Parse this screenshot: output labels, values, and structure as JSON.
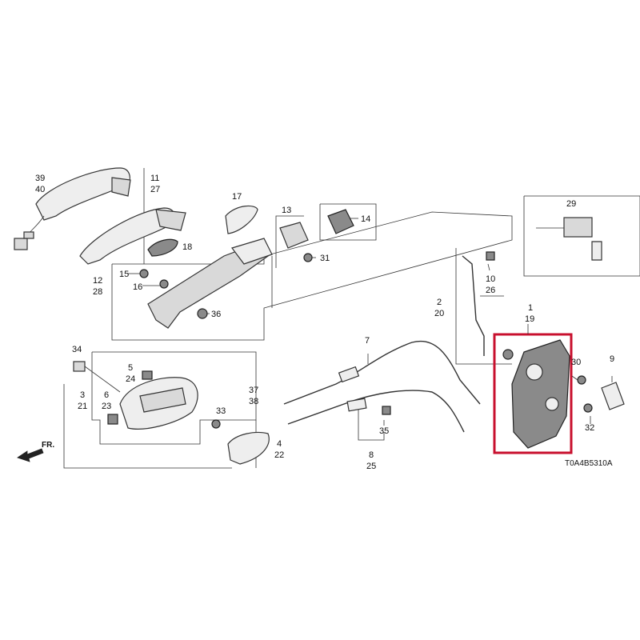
{
  "callouts": {
    "c39": "39",
    "c40": "40",
    "c11": "11",
    "c27": "27",
    "c17": "17",
    "c13": "13",
    "c14": "14",
    "c29": "29",
    "c18": "18",
    "c31": "31",
    "c15": "15",
    "c16": "16",
    "c12": "12",
    "c28": "28",
    "c36": "36",
    "c10": "10",
    "c26": "26",
    "c2": "2",
    "c20": "20",
    "c1": "1",
    "c19": "19",
    "c34": "34",
    "c5": "5",
    "c24": "24",
    "c3": "3",
    "c21": "21",
    "c6": "6",
    "c23": "23",
    "c7": "7",
    "c33": "33",
    "c37": "37",
    "c38": "38",
    "c4": "4",
    "c22": "22",
    "c35": "35",
    "c8": "8",
    "c25": "25",
    "c30": "30",
    "c9": "9",
    "c32": "32"
  },
  "direction_label": "FR.",
  "diagram_code": "T0A4B5310A",
  "highlight_color": "#c8102e"
}
